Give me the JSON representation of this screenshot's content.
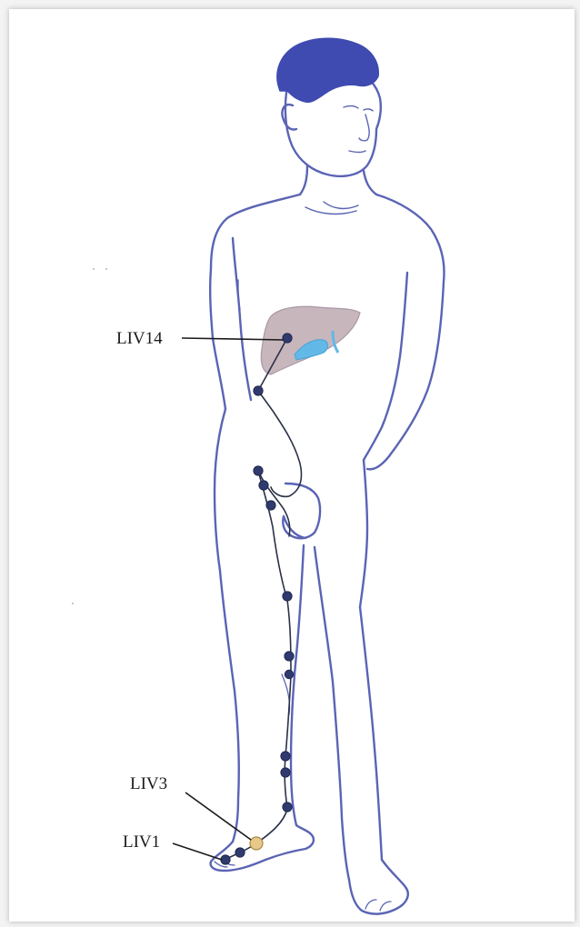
{
  "labels": {
    "liv14": "LIV14",
    "liv3": "LIV3",
    "liv1": "LIV1"
  },
  "colors": {
    "body_outline": "#5a64b4",
    "hair": "#3f4bb0",
    "liver": "#c8b6bd",
    "gallbladder": "#62b8e6",
    "meridian_line": "#2b3148",
    "acupoint": "#2f3a6e",
    "liv3_point": "#e8c98a"
  },
  "icons": {
    "figure": "human-figure-illustration",
    "organ": "liver-icon"
  }
}
